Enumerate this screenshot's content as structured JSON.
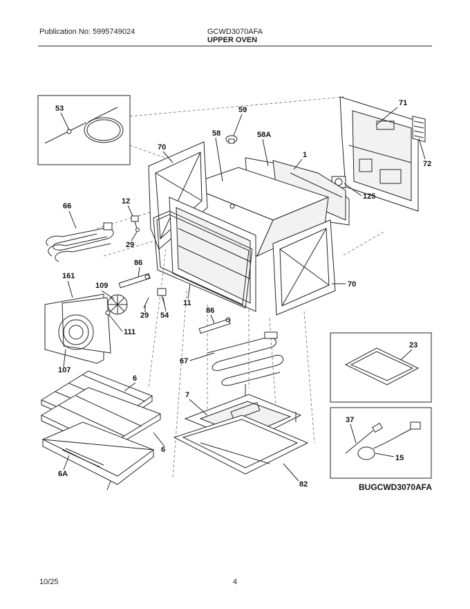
{
  "header": {
    "publication": "Publication No: 5995749024",
    "model": "GCWD3070AFA",
    "section": "UPPER OVEN"
  },
  "diagram": {
    "code": "BUGCWD3070AFA",
    "callouts": [
      "53",
      "59",
      "58",
      "58A",
      "1",
      "71",
      "72",
      "70",
      "125",
      "66",
      "12",
      "29",
      "86",
      "109",
      "161",
      "29",
      "54",
      "11",
      "70",
      "111",
      "86",
      "67",
      "107",
      "6",
      "6",
      "7",
      "6A",
      "82",
      "23",
      "37",
      "15"
    ]
  },
  "footer": {
    "date": "10/25",
    "page": "4"
  }
}
